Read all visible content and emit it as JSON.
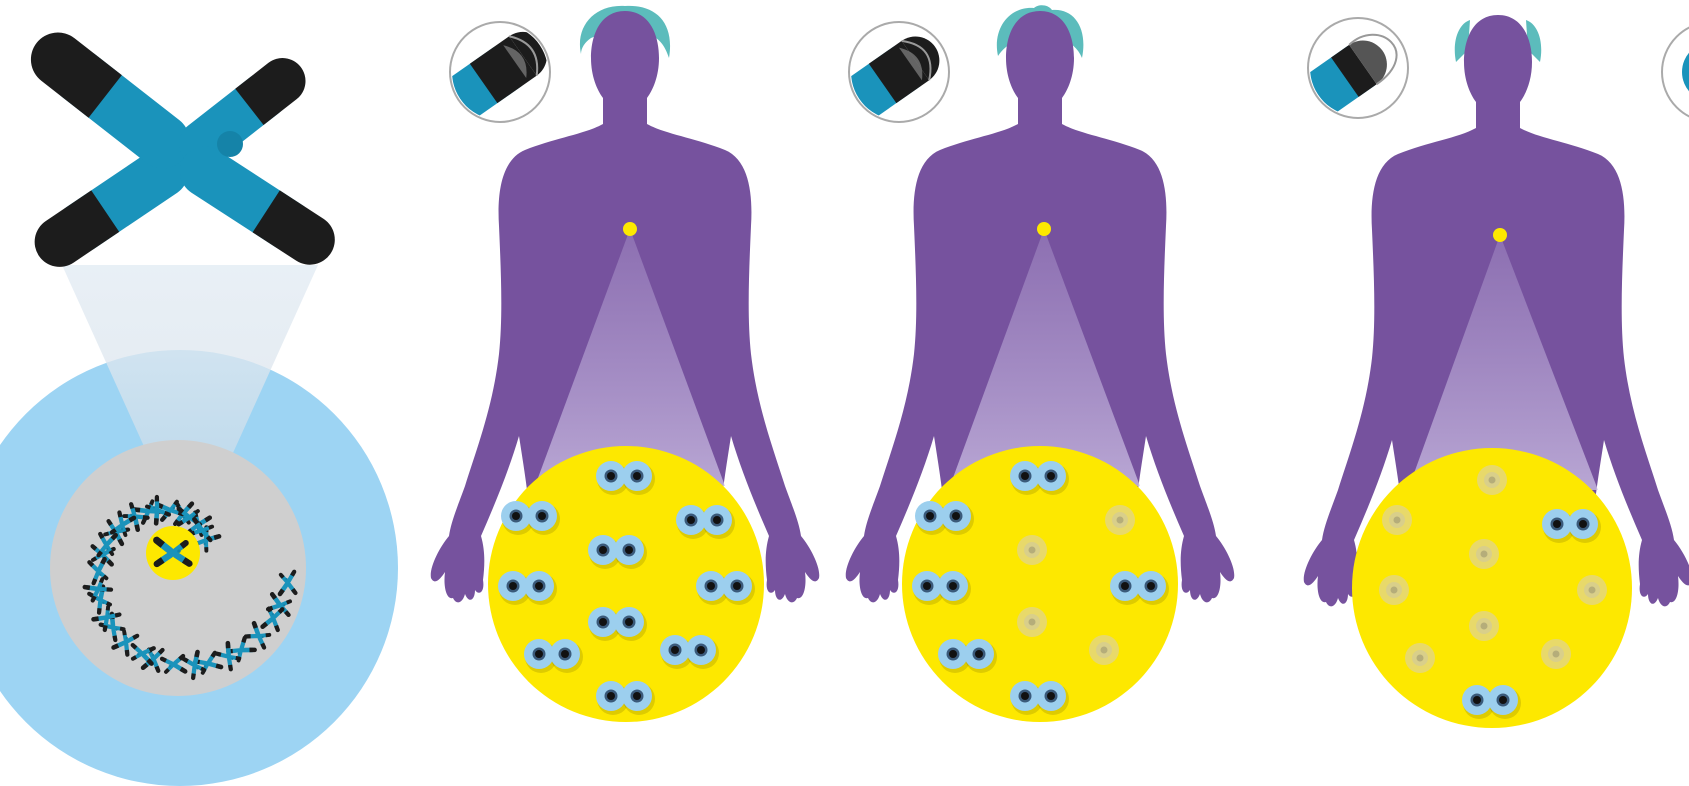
{
  "diagram": {
    "chromosome_panel": {
      "icon": "x-chromosome-icon",
      "cell_count_shown": 30
    },
    "figures": [
      {
        "id": "figure-1",
        "telomere_icon": "telomere-long-icon",
        "healthy_pairs": 10,
        "faded_cells": 0,
        "hair": "full"
      },
      {
        "id": "figure-2",
        "telomere_icon": "telomere-medium-icon",
        "healthy_pairs": 6,
        "faded_cells": 4,
        "hair": "thinning"
      },
      {
        "id": "figure-3",
        "telomere_icon": "telomere-short-icon",
        "healthy_pairs": 2,
        "faded_cells": 8,
        "hair": "balding"
      }
    ]
  },
  "colors": {
    "background": "#ffffff",
    "body": "#76529e",
    "hair": "#5cbcbc",
    "chromosome": "#1a93bb",
    "telomere_cap": "#1c1c1c",
    "nucleus_disc": "#9dd4f3",
    "cell_field": "#cfcfcf",
    "zoom_disc": "#fde800",
    "cell": "#9ccfee",
    "cell_nucleus": "#111111"
  }
}
